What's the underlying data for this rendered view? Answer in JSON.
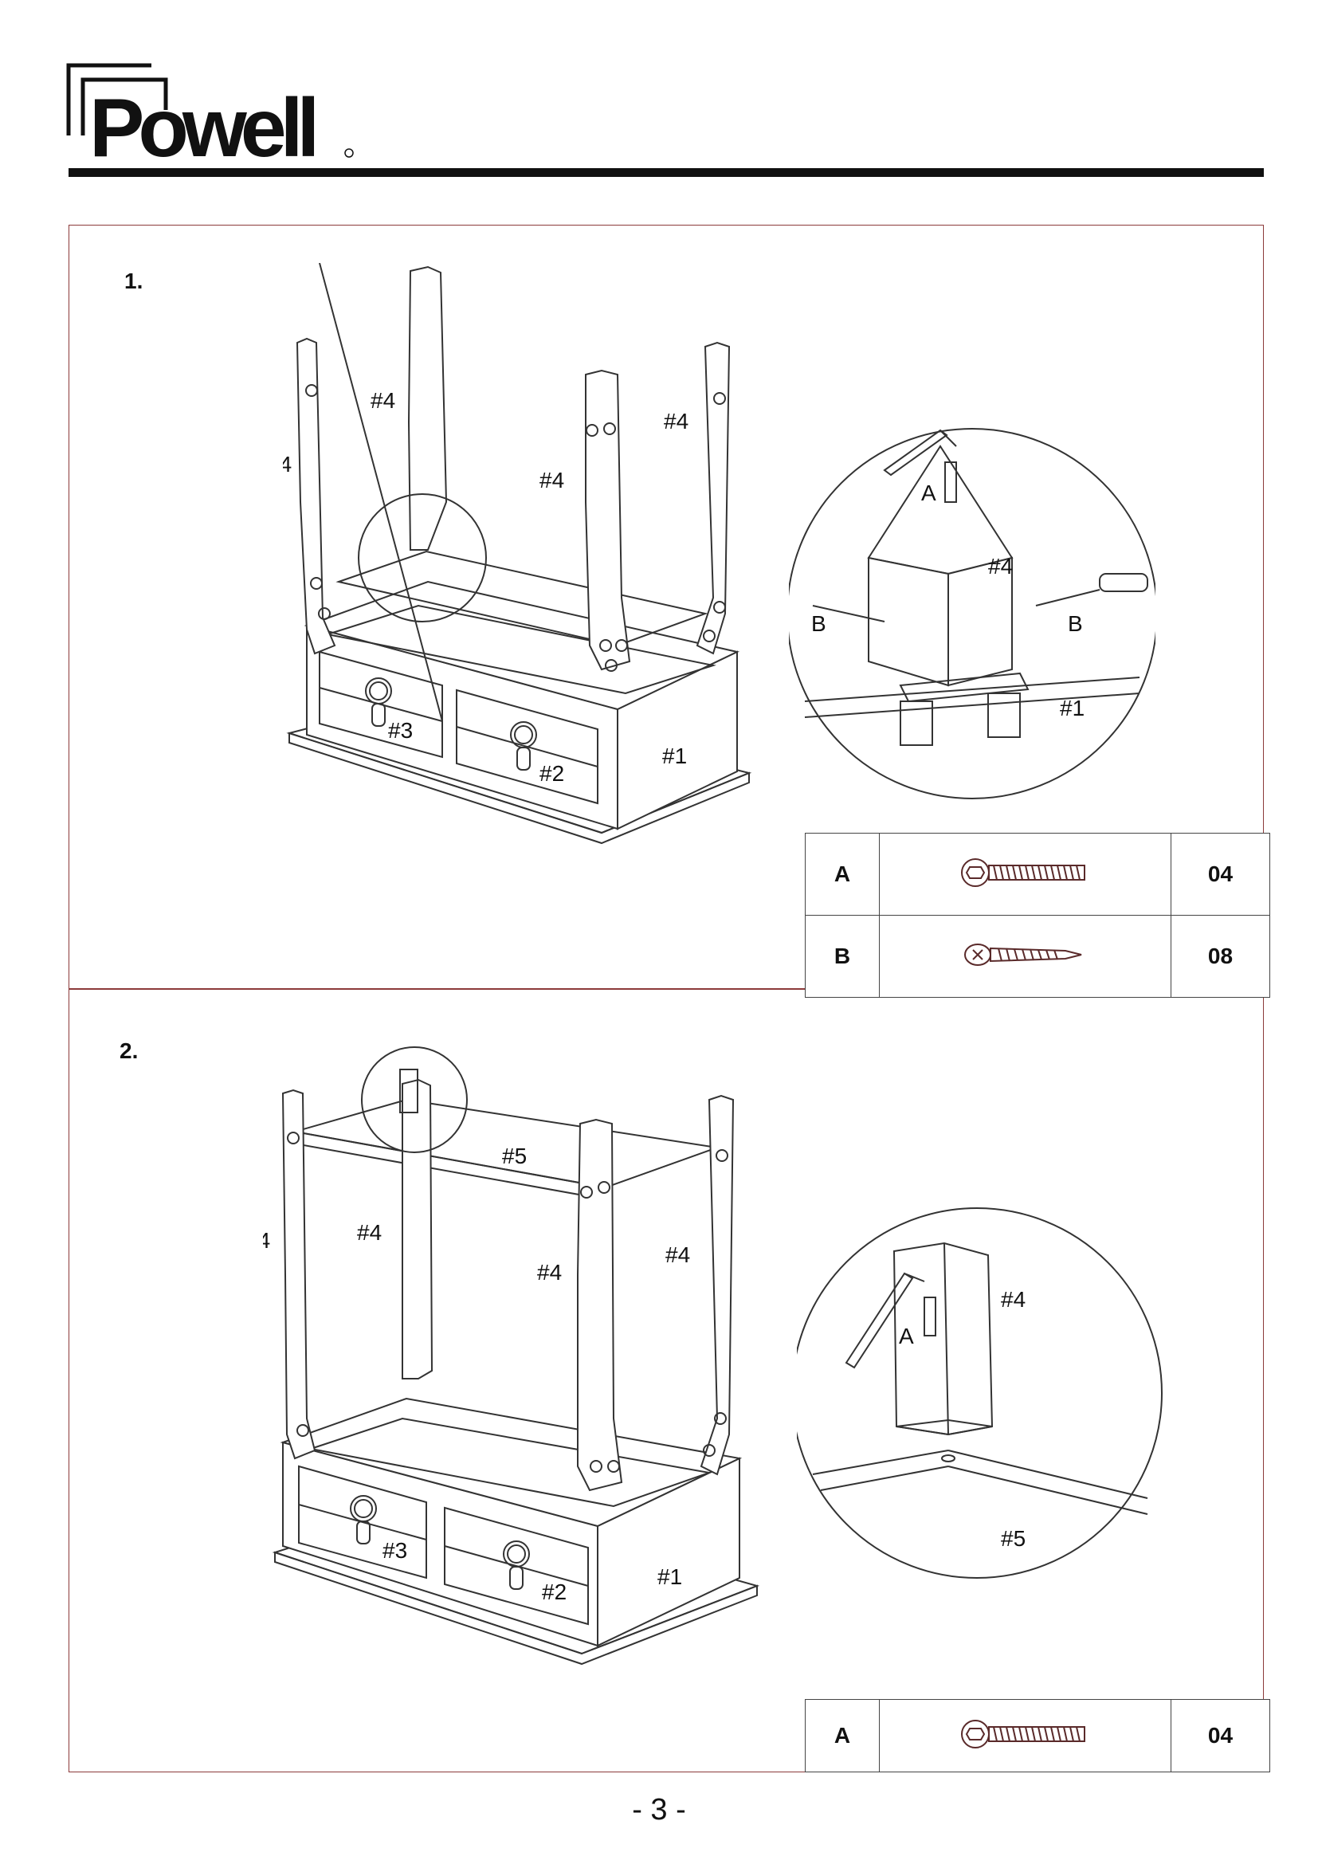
{
  "brand": {
    "name": "Powell"
  },
  "icons": {
    "screw_a": "hex-socket-screw-icon",
    "screw_b": "phillips-screw-icon"
  },
  "steps": [
    {
      "number": "1.",
      "callouts": {
        "leg": "#4",
        "body": "#1",
        "drawer_left": "#3",
        "drawer_right": "#2",
        "screw_a": "A",
        "screw_b": "B"
      },
      "parts": [
        {
          "code": "A",
          "qty": "04"
        },
        {
          "code": "B",
          "qty": "08"
        }
      ]
    },
    {
      "number": "2.",
      "callouts": {
        "leg": "#4",
        "shelf": "#5",
        "body": "#1",
        "drawer_left": "#3",
        "drawer_right": "#2",
        "screw_a": "A"
      },
      "parts": [
        {
          "code": "A",
          "qty": "04"
        }
      ]
    }
  ],
  "page": {
    "number": "- 3 -"
  }
}
